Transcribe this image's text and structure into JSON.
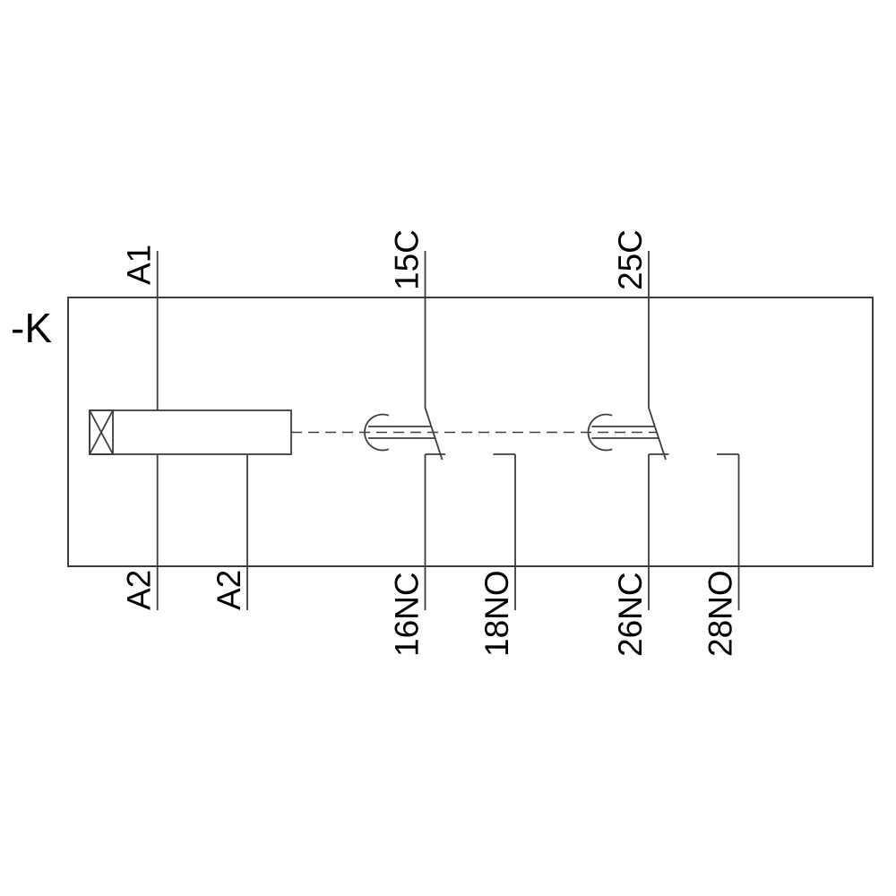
{
  "schematic": {
    "device_label": "-K",
    "coil": {
      "top_terminal": "A1",
      "bottom_terminal_left": "A2",
      "bottom_terminal_right": "A2"
    },
    "contact_1": {
      "common": "15C",
      "nc": "16NC",
      "no": "18NO"
    },
    "contact_2": {
      "common": "25C",
      "nc": "26NC",
      "no": "28NO"
    },
    "colors": {
      "background": "#ffffff",
      "line": "#3d3d3d",
      "text": "#000000"
    }
  }
}
